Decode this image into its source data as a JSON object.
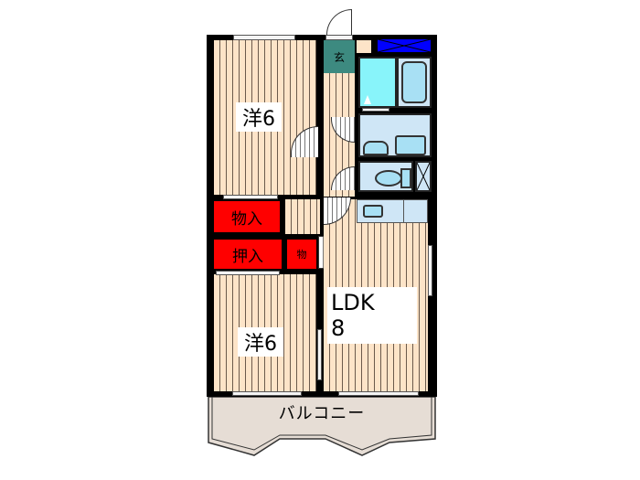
{
  "floorplan": {
    "rooms": {
      "western_room_top": {
        "label": "洋6"
      },
      "western_room_bottom": {
        "label": "洋6"
      },
      "ldk": {
        "label_line1": "LDK",
        "label_line2": "8"
      },
      "entrance": {
        "label": "玄"
      },
      "storage_large": {
        "label": "物入"
      },
      "closet": {
        "label": "押入"
      },
      "storage_small": {
        "label": "物"
      },
      "balcony": {
        "label": "バルコニー"
      }
    },
    "colors": {
      "floor": "#fde4c8",
      "floor_stripe": "#6b5a4c",
      "storage": "#ff0000",
      "entrance": "#3d8a80",
      "bath": "#88f4fa",
      "wet_area": "#cfe6f6",
      "shoe_box": "#0000ff",
      "balcony": "#e6ddd5",
      "wall": "#000000"
    }
  }
}
